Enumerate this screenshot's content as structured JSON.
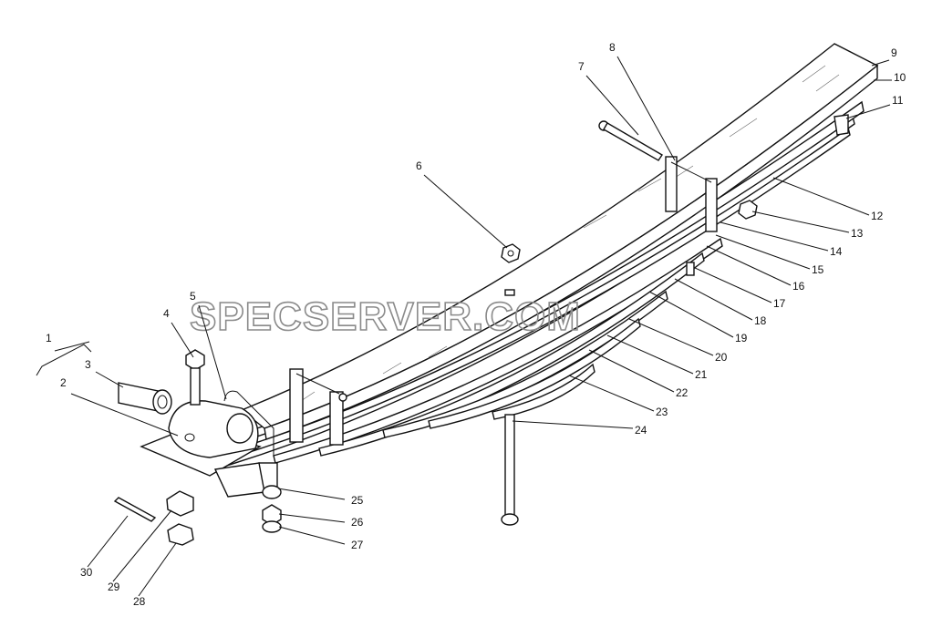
{
  "watermark": "SPECSERVER.COM",
  "callouts": [
    "1",
    "2",
    "3",
    "4",
    "5",
    "6",
    "7",
    "8",
    "9",
    "10",
    "11",
    "12",
    "13",
    "14",
    "15",
    "16",
    "17",
    "18",
    "19",
    "20",
    "21",
    "22",
    "23",
    "24",
    "25",
    "26",
    "27",
    "28",
    "29",
    "30"
  ]
}
